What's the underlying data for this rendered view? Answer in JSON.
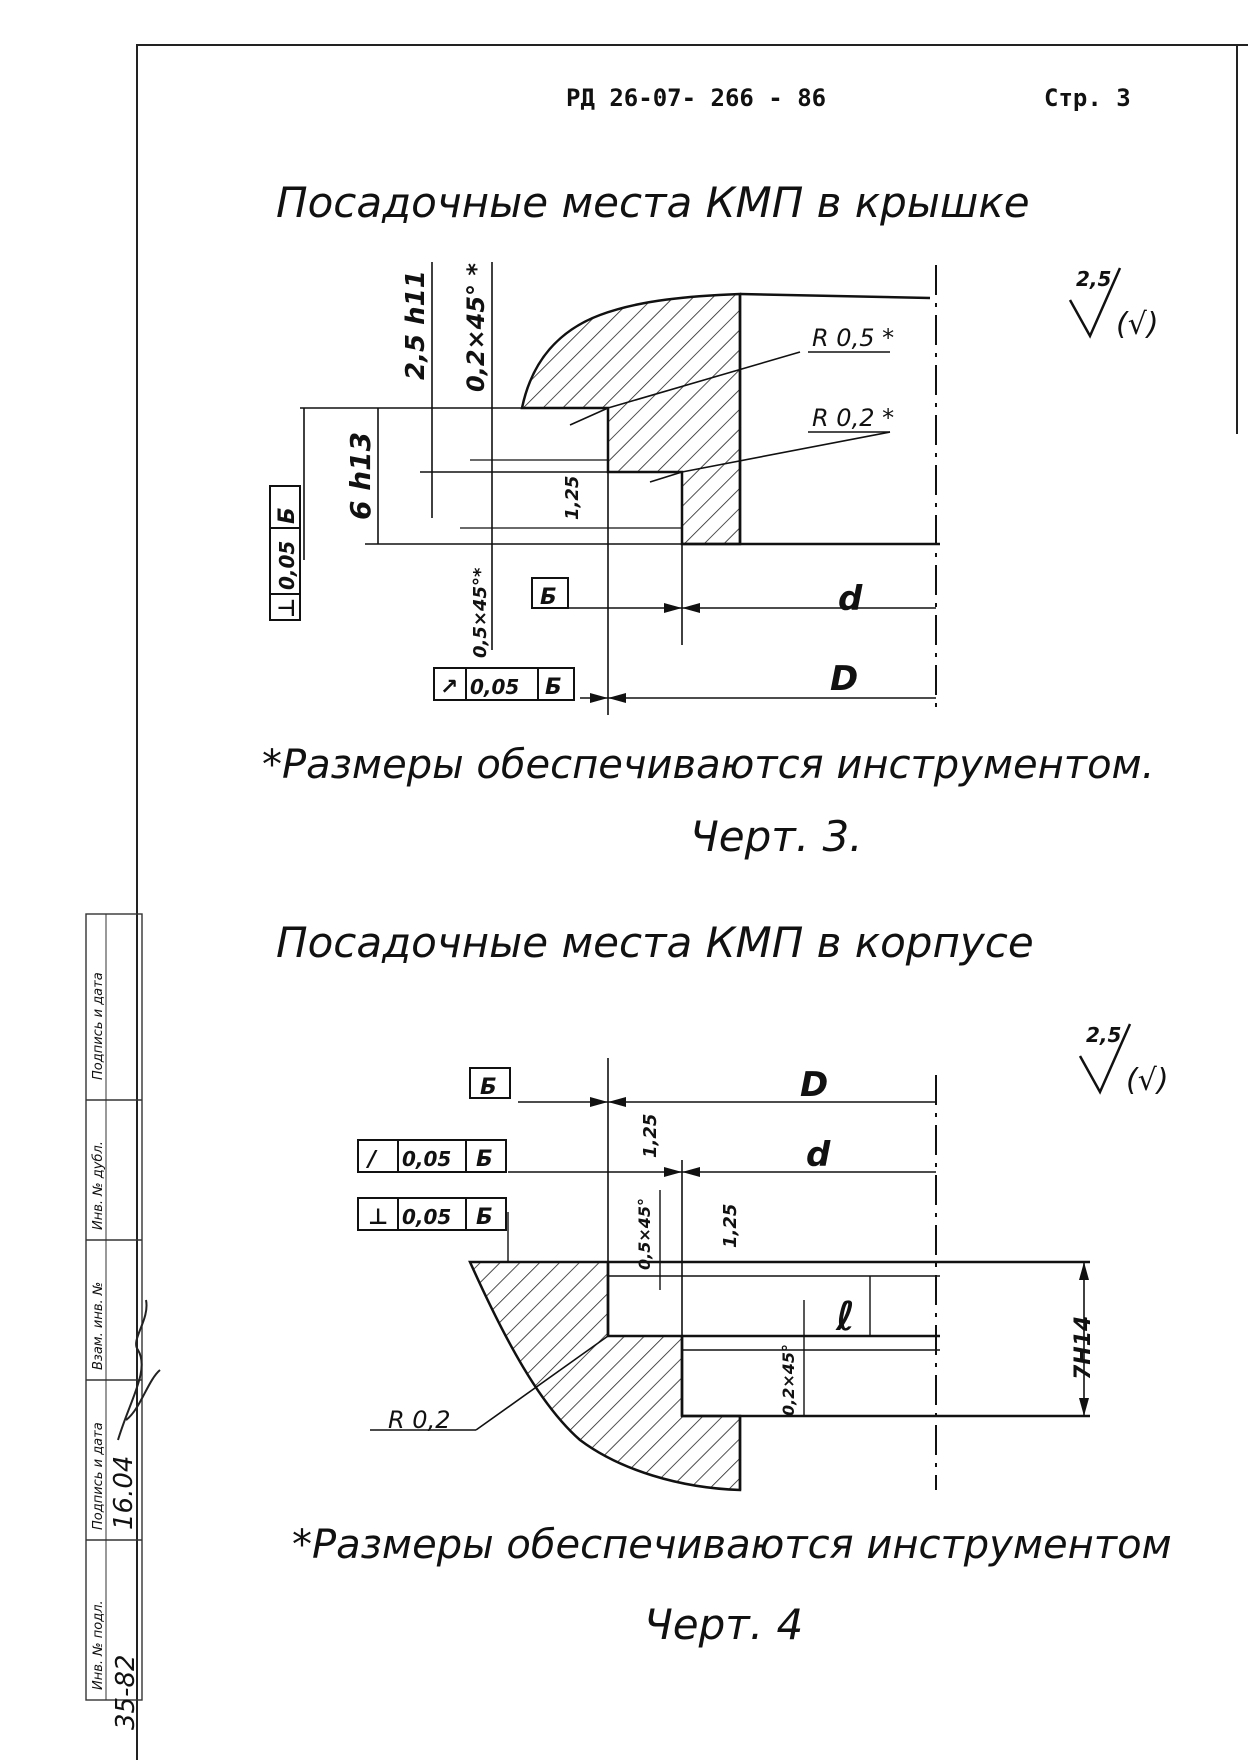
{
  "header": {
    "doc_code": "РД 26-07- 266 - 86",
    "page_label": "Стр. 3"
  },
  "figure3": {
    "title": "Посадочные места КМП в крышке",
    "roughness": {
      "value": "2,5",
      "symbol": "(√)"
    },
    "dims": {
      "d1": "2,5 h11",
      "d2": "0,2×45° *",
      "d3": "6 h13",
      "d4": "1,25",
      "d5": "0,5×45°*",
      "r1": "R 0,5 *",
      "r2": "R 0,2 *",
      "d": "d",
      "D": "D"
    },
    "frames": {
      "perp": [
        "⊥",
        "0,05",
        "Б"
      ],
      "runout": [
        "↗",
        "0,05",
        "Б"
      ],
      "datum": "Б"
    },
    "note": "*Размеры обеспечиваются инструментом.",
    "caption": "Черт. 3."
  },
  "figure4": {
    "title": "Посадочные места КМП в корпусе",
    "roughness": {
      "value": "2,5",
      "symbol": "(√)"
    },
    "dims": {
      "D": "D",
      "d": "d",
      "rough1": "1,25",
      "rough2": "1,25",
      "chamfer1": "0,5×45°",
      "chamfer2": "0,2×45°",
      "l": "ℓ",
      "h": "7H14",
      "r": "R 0,2"
    },
    "frames": {
      "datum": "Б",
      "runout": [
        "∕",
        "0,05",
        "Б"
      ],
      "perp": [
        "⊥",
        "0,05",
        "Б"
      ]
    },
    "note": "*Размеры обеспечиваются инструментом",
    "caption": "Черт. 4"
  },
  "stamp": {
    "col1": "Подпись и дата",
    "col2": "Инв. № дубл.",
    "col3": "Взам. инв. №",
    "col4": "Подпись и дата",
    "col5": "Инв. № подл.",
    "date": "16.04",
    "inv": "35-82"
  }
}
